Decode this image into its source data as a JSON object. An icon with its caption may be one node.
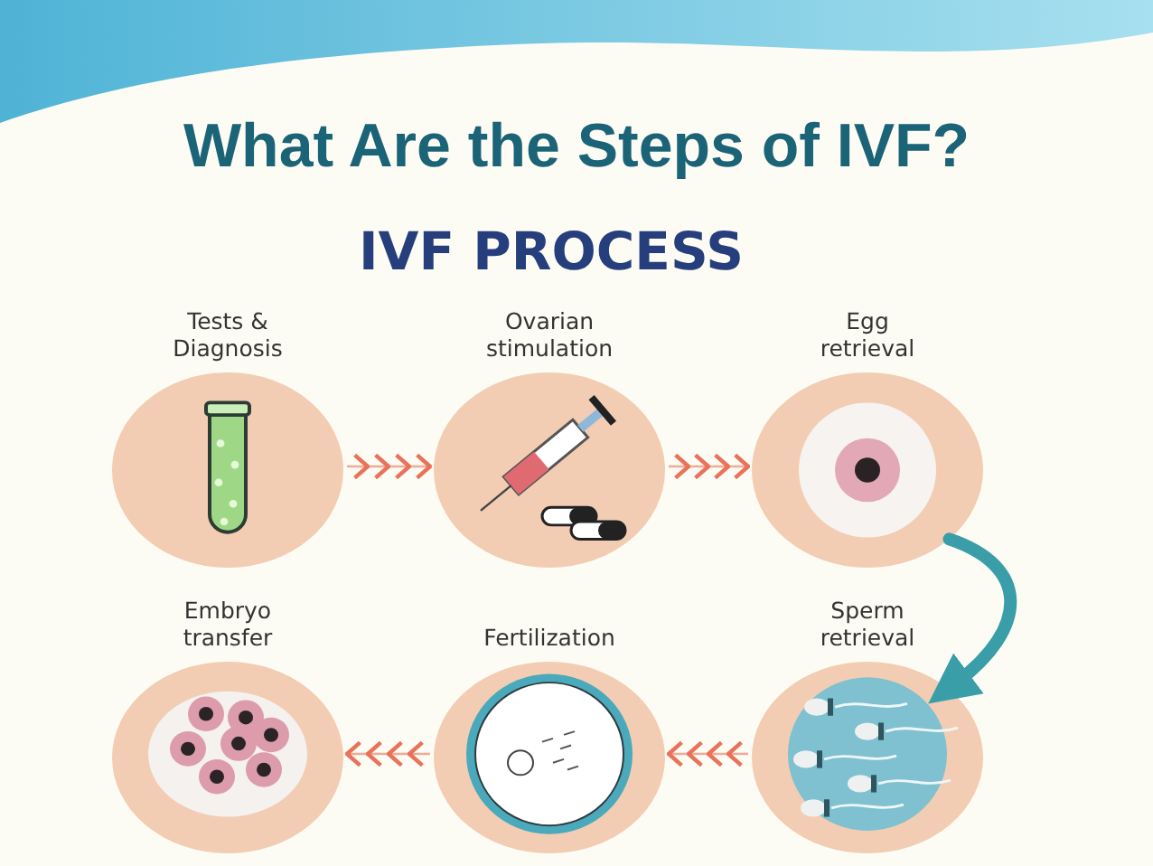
{
  "diagram": {
    "title": "What Are the Steps of IVF?",
    "nodes": [
      {
        "text": [
          "Tests & Diagnosis"
        ]
      },
      {
        "text": [
          "Ovarian stimulation"
        ]
      },
      {
        "text": [
          "Egg retrieval"
        ]
      },
      {
        "text": [
          "Sperm retrieval"
        ]
      },
      {
        "text": [
          "Fertilization"
        ]
      },
      {
        "text": [
          "Embryo transfer"
        ]
      }
    ],
    "edges": [
      {
        "from": 0,
        "to": 1,
        "arrow": "to"
      },
      {
        "from": 1,
        "to": 2,
        "arrow": "to"
      },
      {
        "from": 2,
        "to": 3,
        "arrow": "to",
        "style": "thick",
        "color": "#3a9ea8"
      },
      {
        "from": 3,
        "to": 4,
        "arrow": "to"
      },
      {
        "from": 4,
        "to": 5,
        "arrow": "to"
      }
    ],
    "labels": [
      "IVF PROCESS"
    ]
  }
}
